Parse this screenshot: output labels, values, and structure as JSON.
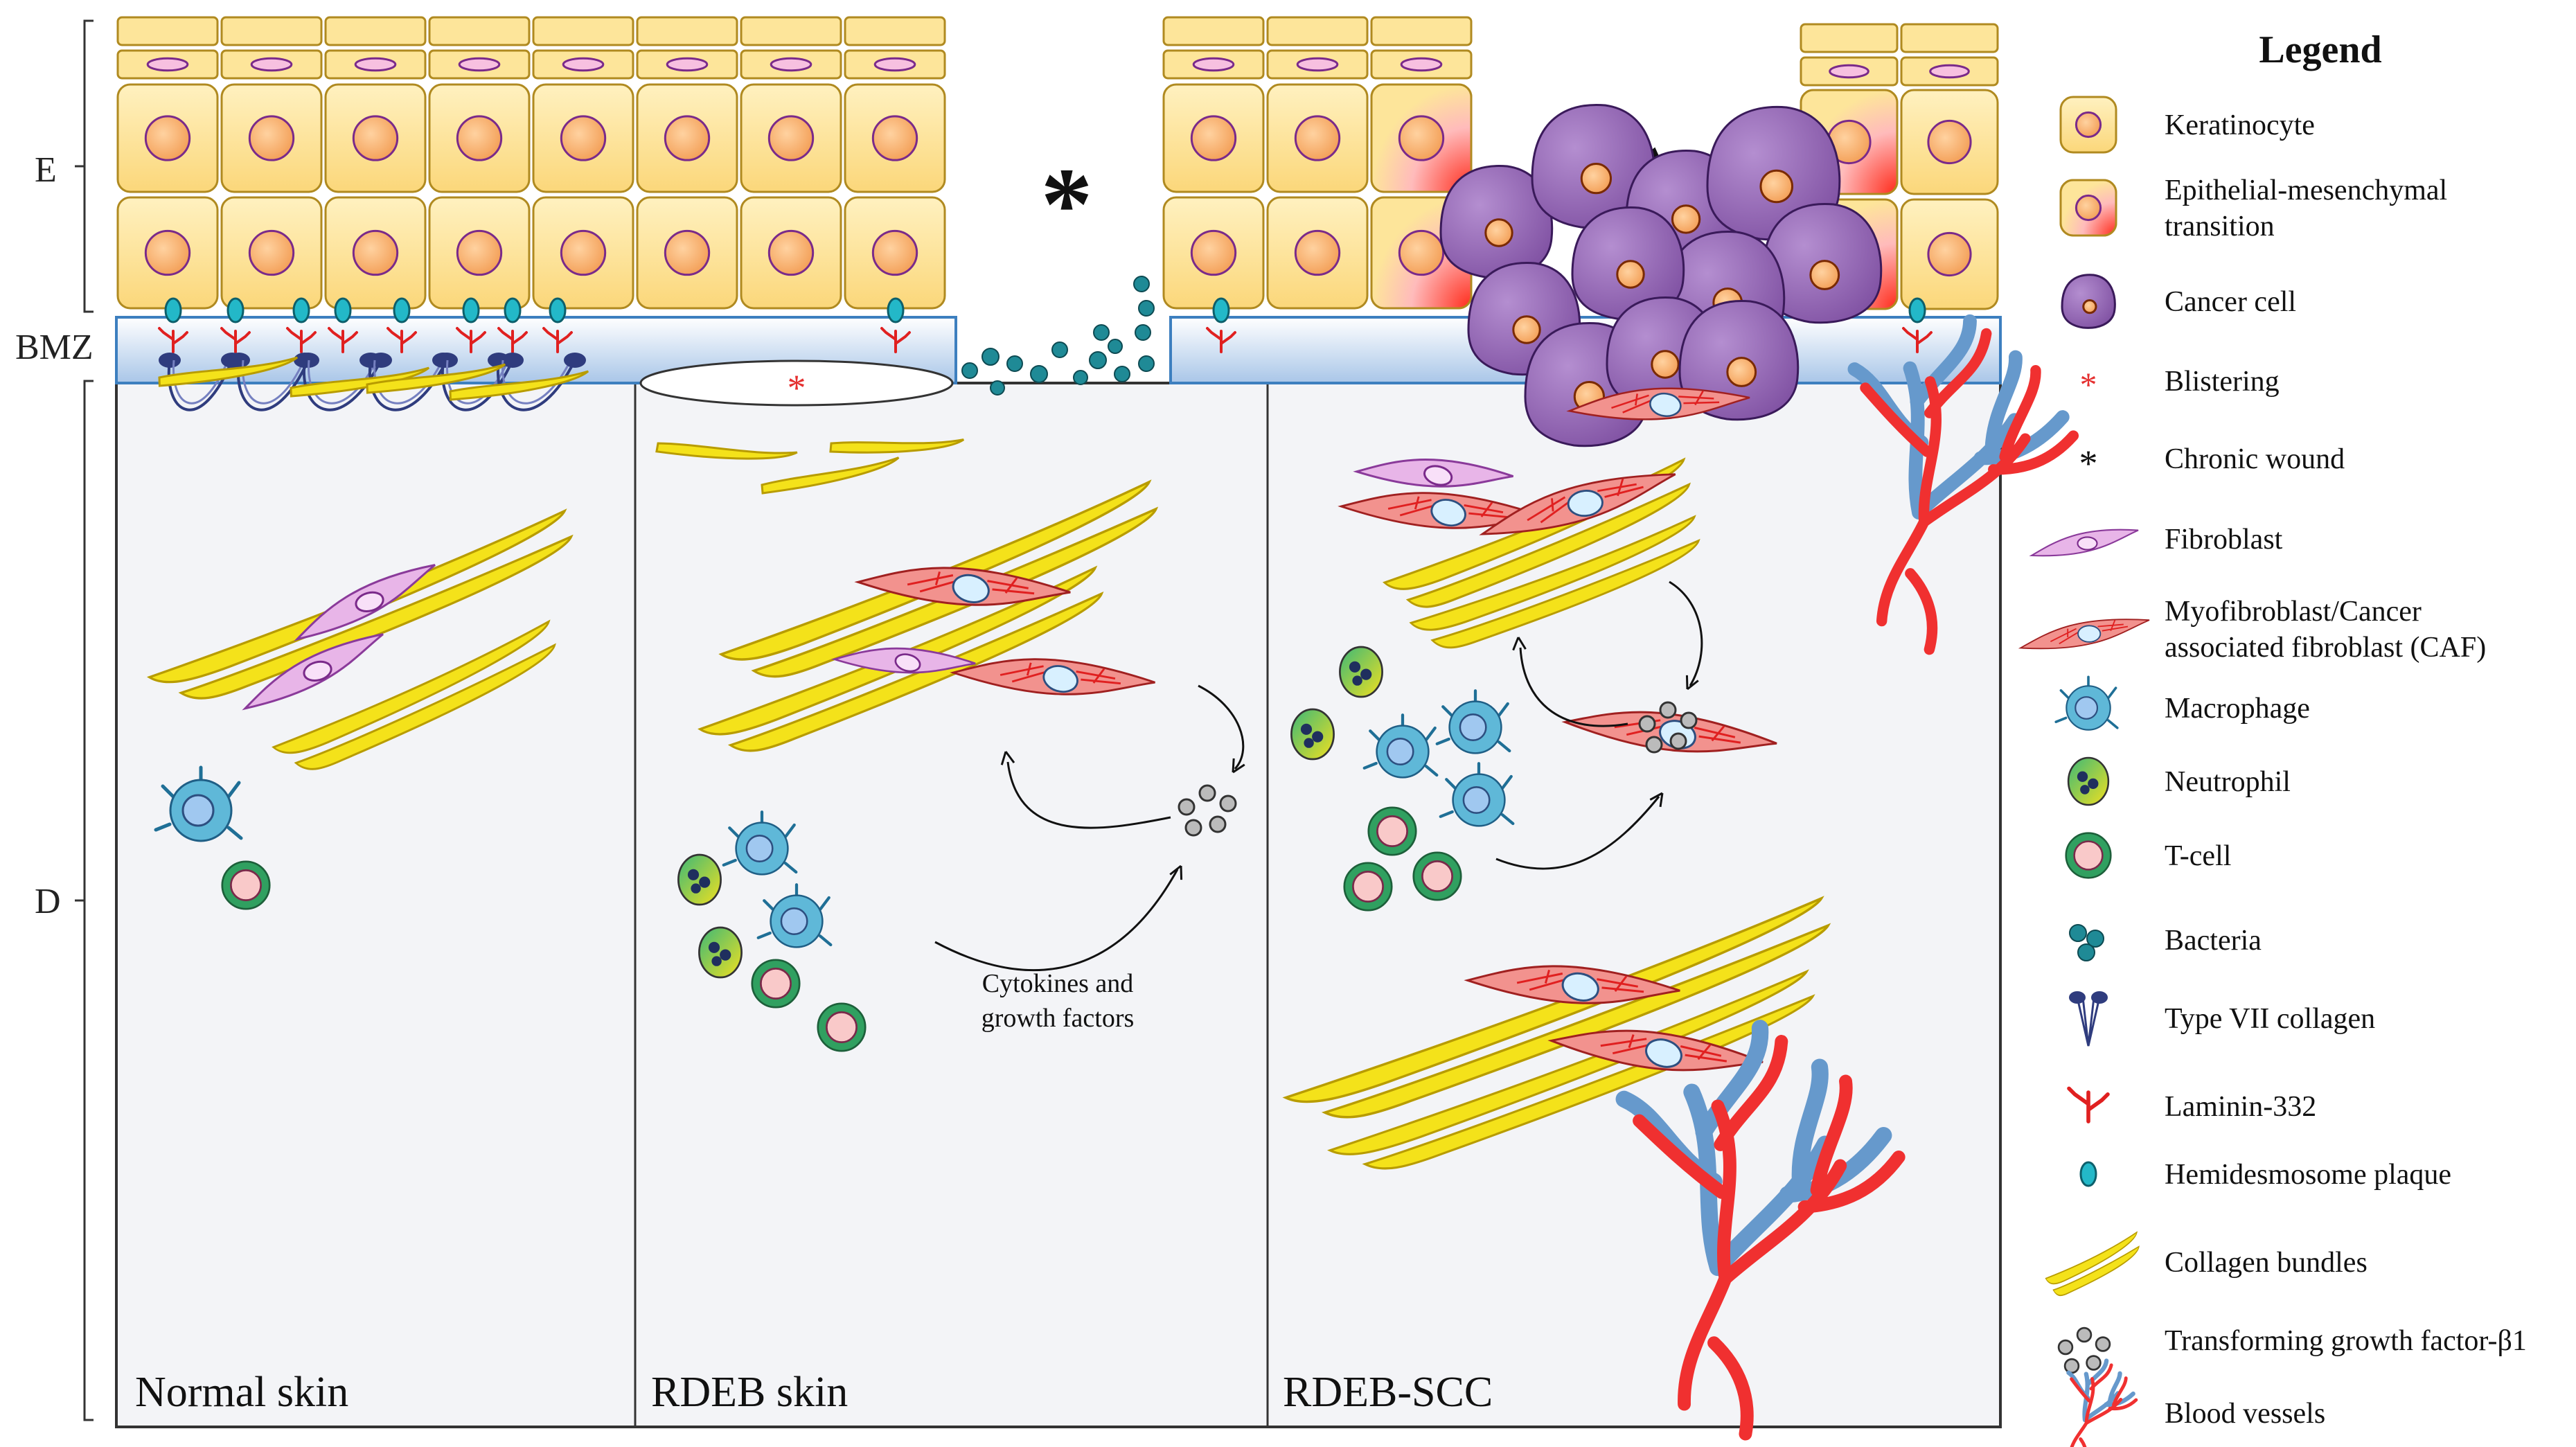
{
  "layers": {
    "epidermis": "E",
    "bmz": "BMZ",
    "dermis": "D"
  },
  "panels": [
    {
      "title": "Normal skin"
    },
    {
      "title": "RDEB skin"
    },
    {
      "title": "RDEB-SCC"
    }
  ],
  "annotations": {
    "cytokines_line1": "Cytokines and",
    "cytokines_line2": "growth factors",
    "wound_mark": "*",
    "blister_mark": "*"
  },
  "legend": {
    "title": "Legend",
    "items": [
      {
        "icon": "keratinocyte-icon",
        "lines": [
          "Keratinocyte"
        ]
      },
      {
        "icon": "emt-icon",
        "lines": [
          "Epithelial-mesenchymal",
          "transition"
        ]
      },
      {
        "icon": "cancer-cell-icon",
        "lines": [
          "Cancer cell"
        ]
      },
      {
        "icon": "blistering-icon",
        "lines": [
          "Blistering"
        ]
      },
      {
        "icon": "chronic-wound-icon",
        "lines": [
          "Chronic wound"
        ]
      },
      {
        "icon": "fibroblast-icon",
        "lines": [
          "Fibroblast"
        ]
      },
      {
        "icon": "myofibroblast-icon",
        "lines": [
          "Myofibroblast/Cancer",
          "associated fibroblast (CAF)"
        ]
      },
      {
        "icon": "macrophage-icon",
        "lines": [
          "Macrophage"
        ]
      },
      {
        "icon": "neutrophil-icon",
        "lines": [
          "Neutrophil"
        ]
      },
      {
        "icon": "t-cell-icon",
        "lines": [
          "T-cell"
        ]
      },
      {
        "icon": "bacteria-icon",
        "lines": [
          "Bacteria"
        ]
      },
      {
        "icon": "type-vii-collagen-icon",
        "lines": [
          "Type VII collagen"
        ]
      },
      {
        "icon": "laminin-332-icon",
        "lines": [
          "Laminin-332"
        ]
      },
      {
        "icon": "hemidesmosome-plaque-icon",
        "lines": [
          "Hemidesmosome plaque"
        ]
      },
      {
        "icon": "collagen-bundles-icon",
        "lines": [
          "Collagen bundles"
        ]
      },
      {
        "icon": "tgf-beta1-icon",
        "lines": [
          "Transforming growth factor-β1"
        ]
      },
      {
        "icon": "blood-vessels-icon",
        "lines": [
          "Blood vessels"
        ]
      }
    ]
  },
  "colors": {
    "keratinocyte_fill": "#fde59a",
    "keratinocyte_nucleus": "#f6a55a",
    "nucleus_outline": "#7a2a8a",
    "bmz_top": "#ffffff",
    "bmz_bottom": "#a9c6e8",
    "bmz_border": "#3d7fbf",
    "dermis": "#f3f4f7",
    "cancer_cell": "#9b6cb8",
    "collagen": "#f4e21a",
    "collagen_edge": "#b89c00",
    "fibroblast": "#e8b5e8",
    "myofibroblast": "#f2928e",
    "macrophage": "#5fb8d8",
    "neutrophil": "#9acd32",
    "t_cell": "#30a060",
    "bacteria": "#1f8a96",
    "vessel_red": "#f03030",
    "vessel_blue": "#6699cc"
  }
}
